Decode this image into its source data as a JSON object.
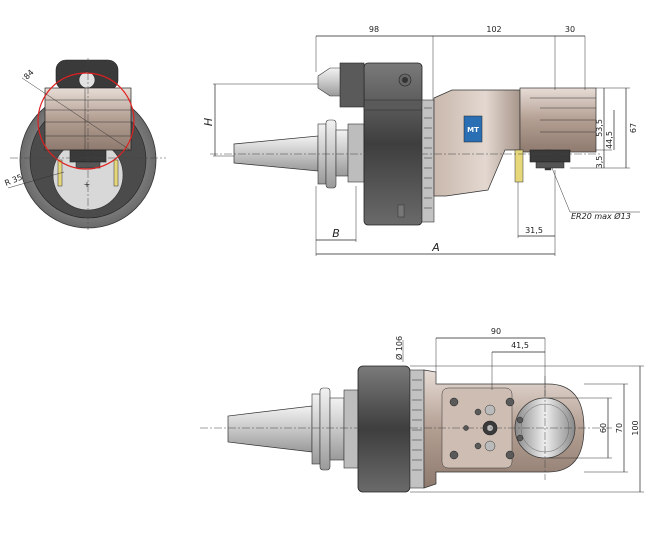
{
  "labels": {
    "d98": "98",
    "d102": "102",
    "d30": "30",
    "H": "H",
    "B": "B",
    "A": "A",
    "d31_5": "31,5",
    "d53_5": "53,5",
    "d44_5": "44,5",
    "d67": "67",
    "d3_5": "3,5",
    "er20": "ER20 max Ø13",
    "r84": "84",
    "r35": "R 35",
    "dia106": "Ø 106",
    "d90": "90",
    "d41_5": "41,5",
    "d60": "60",
    "d70": "70",
    "d100": "100",
    "logo": "MT"
  },
  "colors": {
    "body_gray": "#c4c4c4",
    "dark_gray": "#4a4a4a",
    "housing_tan": "#b39e92",
    "housing_light": "#d8ccc4",
    "highlight_red": "#e02020"
  }
}
